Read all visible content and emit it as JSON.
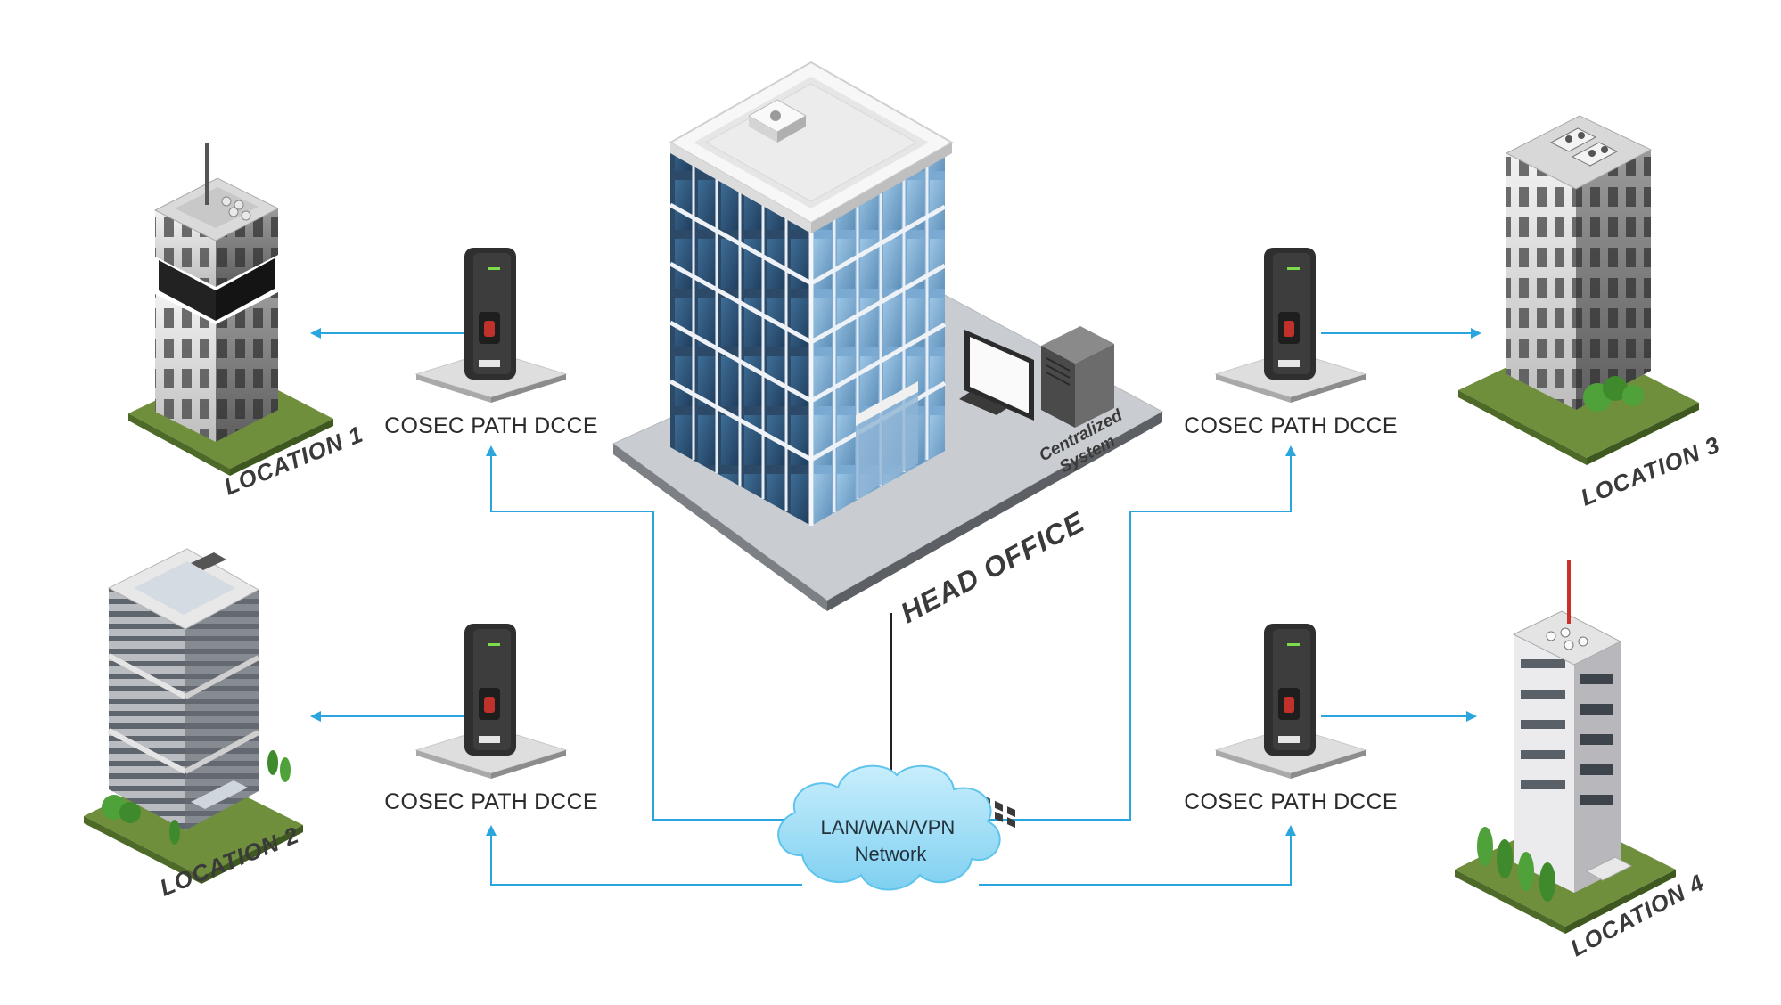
{
  "colors": {
    "connector_blue": "#2aa5de",
    "head_office_arrow": "#222222",
    "cloud_fill": "#9fdcf5",
    "grass": "#6f8f3c",
    "glass": "#5f8fb8"
  },
  "head_office": {
    "label": "HEAD OFFICE",
    "system_label_line1": "Centralized",
    "system_label_line2": "System",
    "icons": [
      "office-tower-icon",
      "monitor-icon",
      "server-tower-icon"
    ]
  },
  "network": {
    "label_line1": "LAN/WAN/VPN",
    "label_line2": "Network",
    "icon": "cloud-icon"
  },
  "devices": [
    {
      "label": "COSEC PATH DCCE",
      "icon": "fingerprint-reader-icon"
    },
    {
      "label": "COSEC PATH DCCE",
      "icon": "fingerprint-reader-icon"
    },
    {
      "label": "COSEC PATH DCCE",
      "icon": "fingerprint-reader-icon"
    },
    {
      "label": "COSEC PATH DCCE",
      "icon": "fingerprint-reader-icon"
    }
  ],
  "locations": [
    {
      "label": "LOCATION 1",
      "icon": "building-icon"
    },
    {
      "label": "LOCATION 2",
      "icon": "building-icon"
    },
    {
      "label": "LOCATION 3",
      "icon": "building-icon"
    },
    {
      "label": "LOCATION 4",
      "icon": "building-icon"
    }
  ]
}
